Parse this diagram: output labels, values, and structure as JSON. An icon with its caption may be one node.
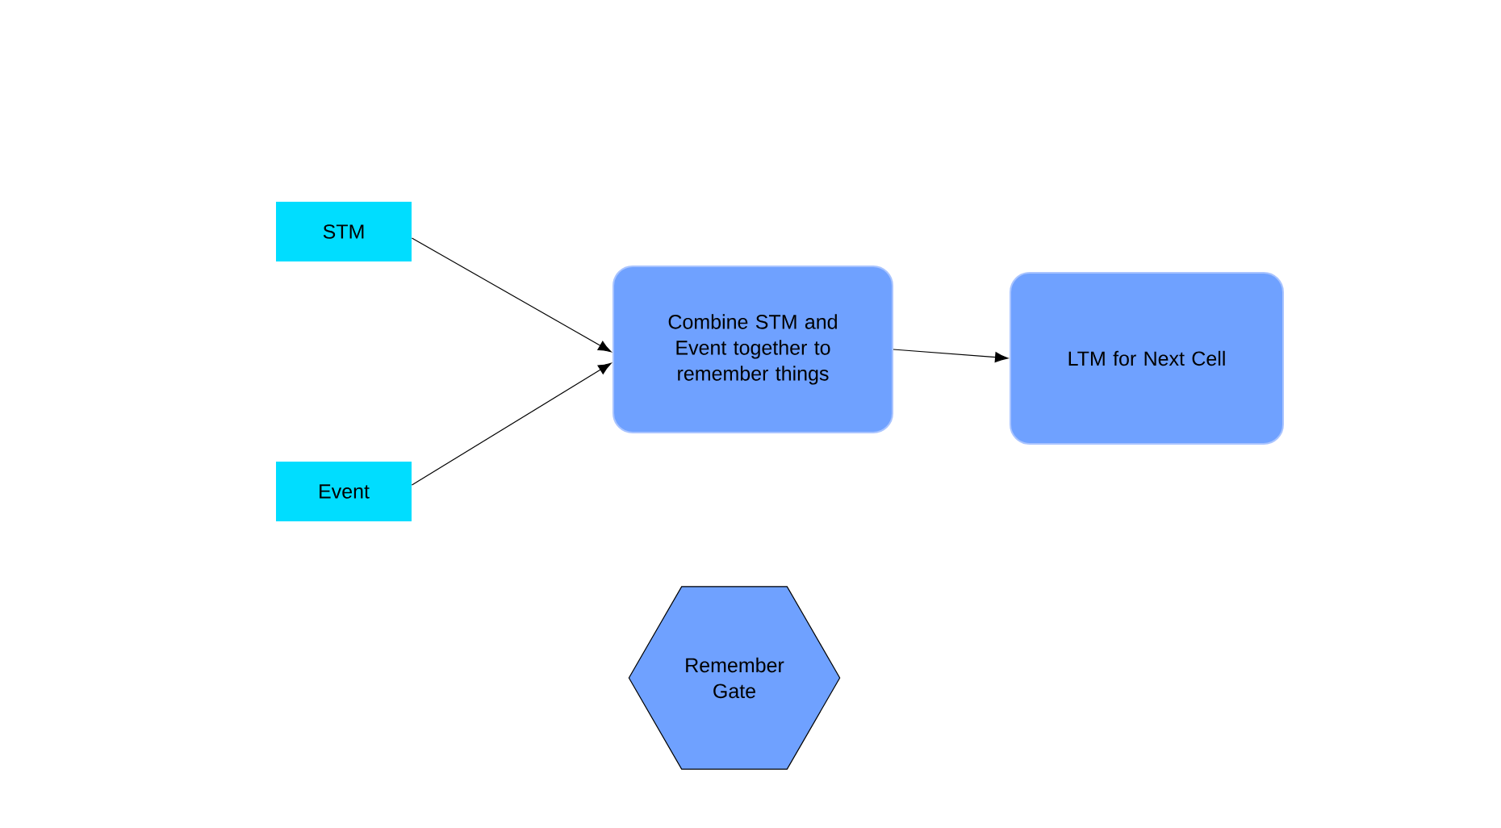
{
  "diagram": {
    "nodes": [
      {
        "text": [
          "STM"
        ]
      },
      {
        "text": [
          "Event"
        ]
      },
      {
        "text": [
          "Combine STM and Event together to remember things"
        ]
      },
      {
        "text": [
          "LTM for Next Cell"
        ]
      },
      {
        "text": [
          "Remember Gate"
        ]
      }
    ],
    "edges": [
      {
        "from": 0,
        "to": 2,
        "arrow": "to"
      },
      {
        "from": 1,
        "to": 2,
        "arrow": "to"
      },
      {
        "from": 2,
        "to": 3,
        "arrow": "to"
      }
    ]
  }
}
